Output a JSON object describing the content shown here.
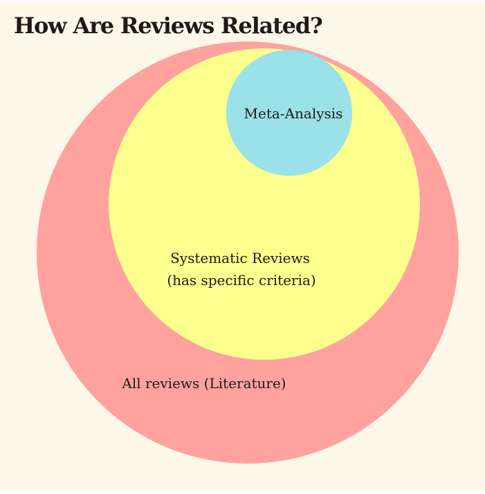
{
  "title": "How Are Reviews Related?",
  "colors": {
    "background": "#fdf7e9",
    "outer_circle": "#ffa29e",
    "middle_circle": "#fcfe8d",
    "inner_circle": "#9ae1e8",
    "text": "#1f1a17"
  },
  "diagram": {
    "outer": {
      "label": "All reviews (Literature)"
    },
    "middle": {
      "label_line1": "Systematic Reviews",
      "label_line2": "(has specific criteria)"
    },
    "inner": {
      "label": "Meta-Analysis"
    }
  }
}
